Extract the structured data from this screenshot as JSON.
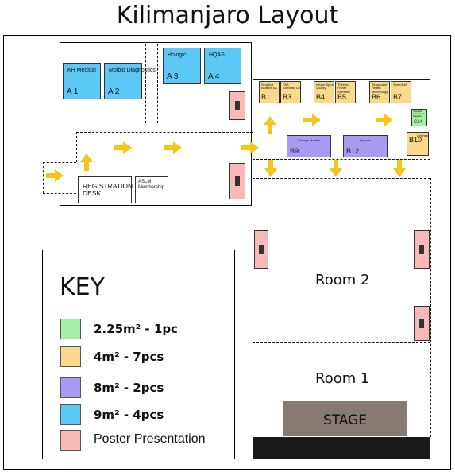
{
  "title": "Kilimanjaro Layout",
  "booths": {
    "a1": {
      "name": "KH Medical",
      "code": "A 1"
    },
    "a2": {
      "name": "Molbio Diagnostics",
      "code": "A 2"
    },
    "a3": {
      "name": "Hologic",
      "code": "A 3"
    },
    "a4": {
      "name": "HQAS",
      "code": "A 4"
    },
    "b1": {
      "name": "Simplica Biotech SA",
      "code": "B1"
    },
    "b3": {
      "name": "FAB Scientific Ltd",
      "code": "B3"
    },
    "b4": {
      "name": "Inform Sport Quality",
      "code": "B4"
    },
    "b5": {
      "name": "Thermo Fisher Scientific",
      "code": "B5"
    },
    "b6": {
      "name": "Sinopharm Health Technology",
      "code": "B6"
    },
    "b7": {
      "name": "Speedcell",
      "code": "B7"
    },
    "b9": {
      "name": "Change Monitor",
      "code": "B9"
    },
    "b10": {
      "name": "Cepheid",
      "code": "B10"
    },
    "b12": {
      "name": "Sysmex",
      "code": "B12"
    },
    "c14": {
      "name": "Scientific Laboratory Supplies",
      "code": "C14"
    }
  },
  "desks": {
    "registration": "REGISTRATION DESK",
    "aslm": "ASLM Membership"
  },
  "rooms": {
    "room2": "Room 2",
    "room1": "Room 1",
    "stage": "STAGE"
  },
  "key": {
    "title": "KEY",
    "items": [
      {
        "label": "2.25m² - 1pc",
        "color": "#a5f0a5"
      },
      {
        "label": "4m² - 7pcs",
        "color": "#fbd98a"
      },
      {
        "label": "8m² - 2pcs",
        "color": "#a99af2"
      },
      {
        "label": "9m² - 4pcs",
        "color": "#5bc8f5"
      },
      {
        "label": "Poster Presentation",
        "color": "#f9b9b9"
      }
    ]
  },
  "colors": {
    "arrow": "#f5c518",
    "small_booth": "#a5f0a5",
    "medium_booth": "#fbd98a",
    "large_booth": "#a99af2",
    "xl_booth": "#5bc8f5",
    "poster": "#f9b9b9",
    "stage": "#867a72"
  }
}
